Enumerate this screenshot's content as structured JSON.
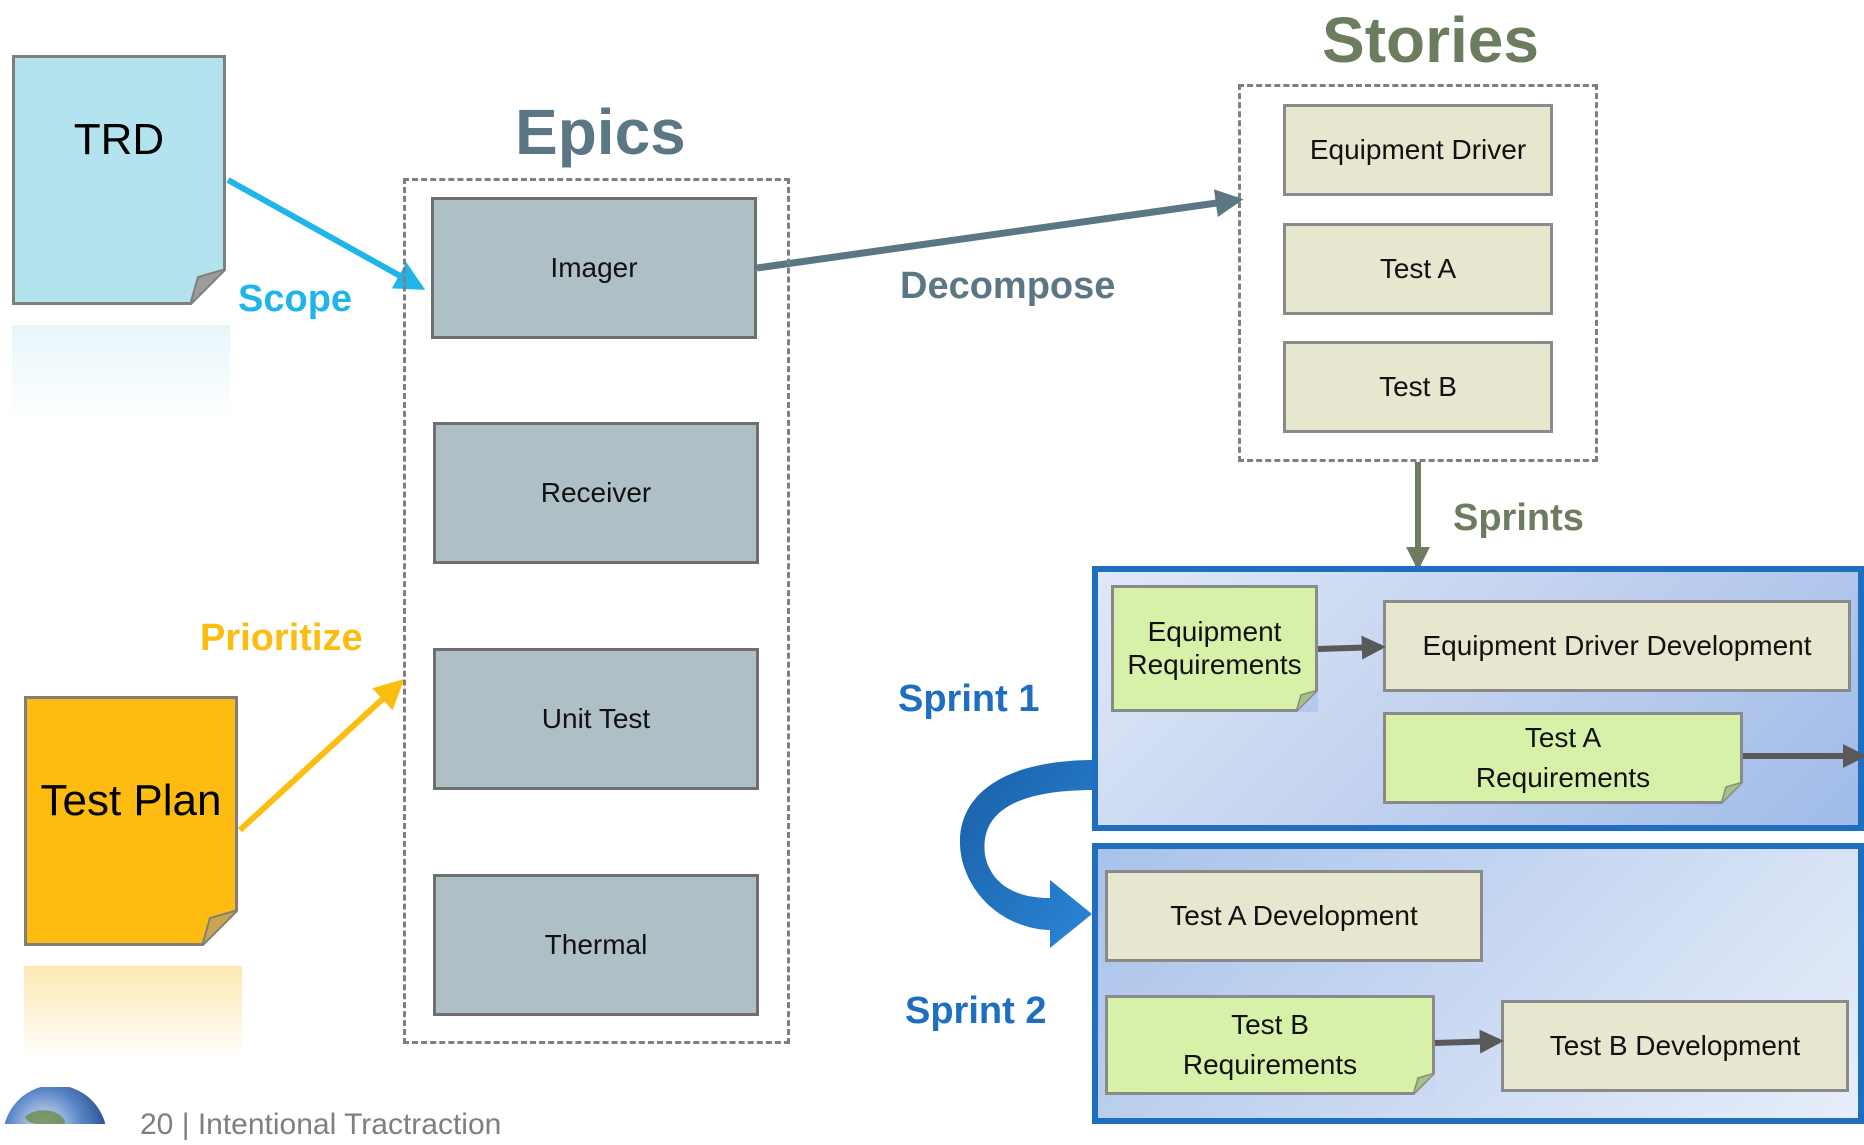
{
  "documents": {
    "trd": "TRD",
    "test_plan": "Test Plan"
  },
  "epics": {
    "title": "Epics",
    "items": [
      "Imager",
      "Receiver",
      "Unit Test",
      "Thermal"
    ]
  },
  "stories": {
    "title": "Stories",
    "items": [
      "Equipment Driver",
      "Test A",
      "Test B"
    ]
  },
  "labels": {
    "scope": "Scope",
    "prioritize": "Prioritize",
    "decompose": "Decompose",
    "sprints": "Sprints",
    "sprint1": "Sprint 1",
    "sprint2": "Sprint 2"
  },
  "sprint1": {
    "req1": "Equipment Requirements",
    "dev1": "Equipment Driver Development",
    "req2_line1": "Test A",
    "req2_line2": "Requirements"
  },
  "sprint2": {
    "dev1": "Test A Development",
    "req1_line1": "Test B",
    "req1_line2": "Requirements",
    "dev2": "Test B Development"
  },
  "footer": {
    "text": "20 | Intentional Tractraction"
  },
  "colors": {
    "scope": "#1fb5e8",
    "prioritize": "#fbbd0f",
    "decompose": "#5b7785",
    "stories_green": "#6b7d5e",
    "sprint_blue": "#1f6fc0",
    "epic_fill": "#afbfc6",
    "story_fill": "#e7e6cf",
    "req_fill": "#d8f1a9",
    "trd_fill": "#b3e3ef",
    "test_plan_fill": "#fdbc0f"
  }
}
